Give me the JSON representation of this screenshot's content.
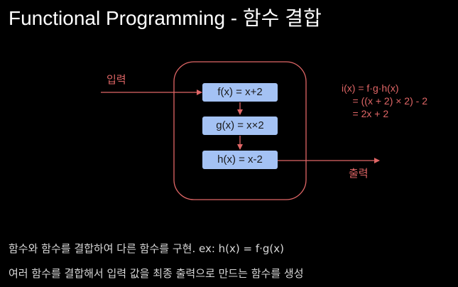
{
  "title": "Functional Programming - 함수 결합",
  "diagram": {
    "input_label": "입력",
    "output_label": "출력",
    "functions": [
      {
        "label": "f(x) = x+2"
      },
      {
        "label": "g(x) = x×2"
      },
      {
        "label": "h(x) = x-2"
      }
    ],
    "composition": [
      "i(x) = f·g·h(x)",
      "    = ((x + 2) × 2) - 2",
      "    = 2x + 2"
    ]
  },
  "description": [
    "함수와 함수를 결합하여 다른 함수를 구현. ex: h(x) = f·g(x)",
    "여러 함수를 결합해서 입력 값을 최종 출력으로 만드는 함수를 생성"
  ],
  "colors": {
    "background": "#000000",
    "accent_red": "#e06666",
    "box_blue": "#a4c2f4",
    "text_light": "#d9d9d9"
  }
}
